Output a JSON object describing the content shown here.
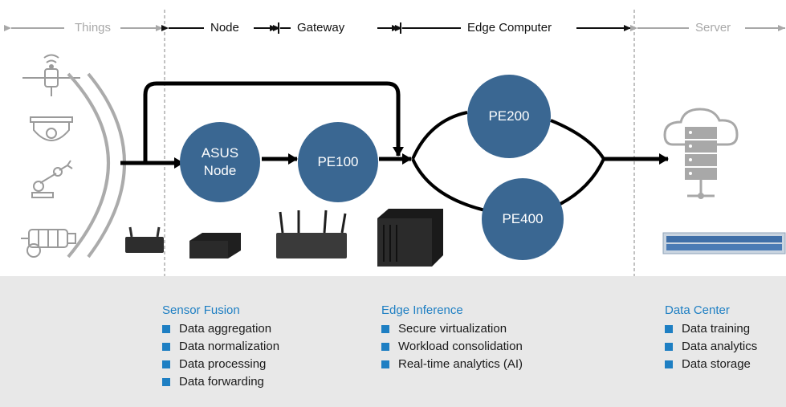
{
  "header": {
    "things": "Things",
    "node": "Node",
    "gateway": "Gateway",
    "edge_computer": "Edge Computer",
    "server": "Server"
  },
  "nodes": {
    "asus_node": [
      "ASUS",
      "Node"
    ],
    "pe100": "PE100",
    "pe200": "PE200",
    "pe400": "PE400"
  },
  "categories": [
    {
      "title": "Sensor Fusion",
      "items": [
        "Data aggregation",
        "Data normalization",
        "Data processing",
        "Data forwarding"
      ]
    },
    {
      "title": "Edge Inference",
      "items": [
        "Secure virtualization",
        "Workload consolidation",
        "Real-time analytics (AI)"
      ]
    },
    {
      "title": "Data Center",
      "items": [
        "Data training",
        "Data analytics",
        "Data storage"
      ]
    }
  ],
  "icons": {
    "things": [
      "antenna-sensor-icon",
      "dome-camera-icon",
      "robot-arm-icon",
      "motor-icon"
    ],
    "devices": [
      "mini-pc-icon",
      "mini-pc-icon",
      "router-icon",
      "industrial-pc-icon",
      "rack-server-icon"
    ],
    "server": "cloud-server-icon"
  },
  "colors": {
    "node_fill": "#3a6792",
    "accent_blue": "#1e7fc3",
    "muted_grey": "#a8a8a8"
  }
}
